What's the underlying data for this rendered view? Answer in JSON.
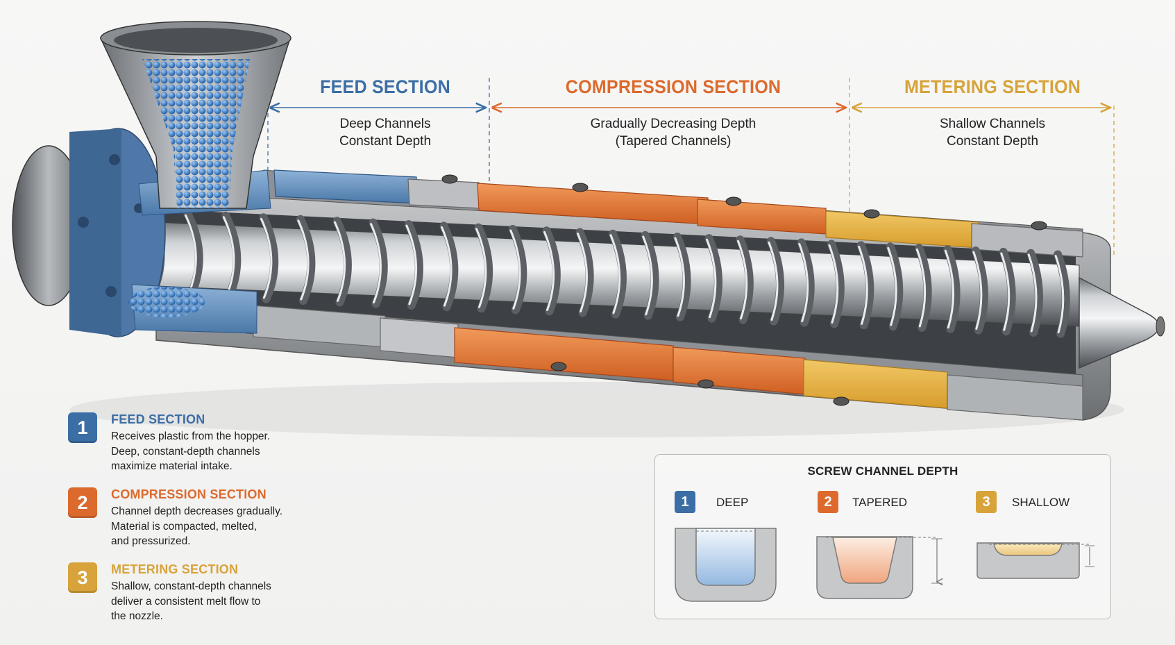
{
  "colors": {
    "feed": "#3b6ea5",
    "compression": "#dc6a2d",
    "metering": "#d7a33a",
    "steel": "#9a9ea3"
  },
  "sections": [
    {
      "title": "FEED SECTION",
      "line1": "Deep Channels",
      "line2": "Constant Depth"
    },
    {
      "title": "COMPRESSION SECTION",
      "line1": "Gradually Decreasing Depth",
      "line2": "(Tapered Channels)"
    },
    {
      "title": "METERING SECTION",
      "line1": "Shallow Channels",
      "line2": "Constant Depth"
    }
  ],
  "legend": [
    {
      "num": "1",
      "title": "FEED SECTION",
      "lines": [
        "Receives plastic from the hopper.",
        "Deep, constant-depth channels",
        "maximize material intake."
      ]
    },
    {
      "num": "2",
      "title": "COMPRESSION SECTION",
      "lines": [
        "Channel depth decreases gradually.",
        "Material is compacted, melted,",
        "and pressurized."
      ]
    },
    {
      "num": "3",
      "title": "METERING SECTION",
      "lines": [
        "Shallow, constant-depth channels",
        "deliver a consistent melt flow to",
        "the nozzle."
      ]
    }
  ],
  "depth_panel": {
    "title": "SCREW CHANNEL DEPTH",
    "items": [
      {
        "num": "1",
        "label": "DEEP"
      },
      {
        "num": "2",
        "label": "TAPERED"
      },
      {
        "num": "3",
        "label": "SHALLOW"
      }
    ]
  }
}
